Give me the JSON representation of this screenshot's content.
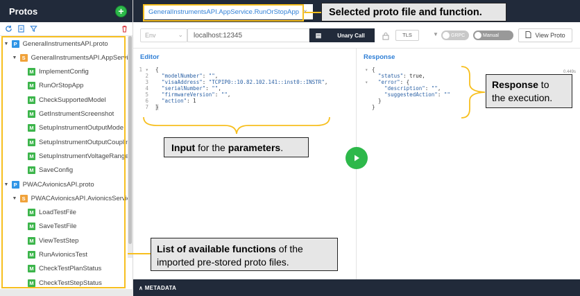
{
  "sidebar": {
    "title": "Protos",
    "tree": [
      {
        "kind": "file",
        "badge": "P",
        "label": "GeneralInstrumentsAPI.proto"
      },
      {
        "kind": "service",
        "badge": "S",
        "label": "GeneralInstrumentsAPI.AppService"
      },
      {
        "kind": "method",
        "badge": "M",
        "label": "ImplementConfig"
      },
      {
        "kind": "method",
        "badge": "M",
        "label": "RunOrStopApp"
      },
      {
        "kind": "method",
        "badge": "M",
        "label": "CheckSupportedModel"
      },
      {
        "kind": "method",
        "badge": "M",
        "label": "GetInstrumentScreenshot"
      },
      {
        "kind": "method",
        "badge": "M",
        "label": "SetupInstrumentOutputMode"
      },
      {
        "kind": "method",
        "badge": "M",
        "label": "SetupInstrumentOutputCouplin"
      },
      {
        "kind": "method",
        "badge": "M",
        "label": "SetupInstrumentVoltageRange"
      },
      {
        "kind": "method",
        "badge": "M",
        "label": "SaveConfig"
      },
      {
        "kind": "file",
        "badge": "P",
        "label": "PWACAvionicsAPI.proto"
      },
      {
        "kind": "service",
        "badge": "S",
        "label": "PWACAvionicsAPI.AvionicsService"
      },
      {
        "kind": "method",
        "badge": "M",
        "label": "LoadTestFile"
      },
      {
        "kind": "method",
        "badge": "M",
        "label": "SaveTestFile"
      },
      {
        "kind": "method",
        "badge": "M",
        "label": "ViewTestStep"
      },
      {
        "kind": "method",
        "badge": "M",
        "label": "RunAvionicsTest"
      },
      {
        "kind": "method",
        "badge": "M",
        "label": "CheckTestPlanStatus"
      },
      {
        "kind": "method",
        "badge": "M",
        "label": "CheckTestStepStatus"
      }
    ]
  },
  "tab": {
    "label": "GeneralInstrumentsAPI.AppService.RunOrStopApp"
  },
  "urlbar": {
    "env_placeholder": "Env",
    "url": "localhost:12345",
    "call_type": "Unary Call",
    "tls": "TLS",
    "grpc_toggle": "GRPC",
    "manual_toggle": "Manual",
    "view_proto": "View Proto"
  },
  "editor": {
    "title": "Editor",
    "lines": [
      "{",
      "  \"modelNumber\": \"\",",
      "  \"visaAddress\": \"TCPIP0::10.82.102.141::inst0::INSTR\",",
      "  \"serialNumber\": \"\",",
      "  \"firmwareVersion\": \"\",",
      "  \"action\": 1",
      "}"
    ]
  },
  "response": {
    "title": "Response",
    "stat": "0.449s",
    "lines": [
      "{",
      "  \"status\": true,",
      "  \"error\": {",
      "    \"description\": \"\",",
      "    \"suggestedAction\": \"\"",
      "  }",
      "}"
    ]
  },
  "metadata_label": "METADATA",
  "annotations": {
    "top": "Selected proto file and function.",
    "response_bold": "Response",
    "response_rest1": " to",
    "response_rest2": "the execution.",
    "input_bold1": "Input",
    "input_mid": " for the ",
    "input_bold2": "parameters",
    "input_end": ".",
    "list_bold": "List of available functions",
    "list_rest1": " of the",
    "list_rest2": "imported pre-stored proto files."
  },
  "colors": {
    "dark_bar": "#212a3a",
    "accent_green": "#2db84a",
    "highlight": "#f7bf1e",
    "link_blue": "#2f7fd6"
  }
}
